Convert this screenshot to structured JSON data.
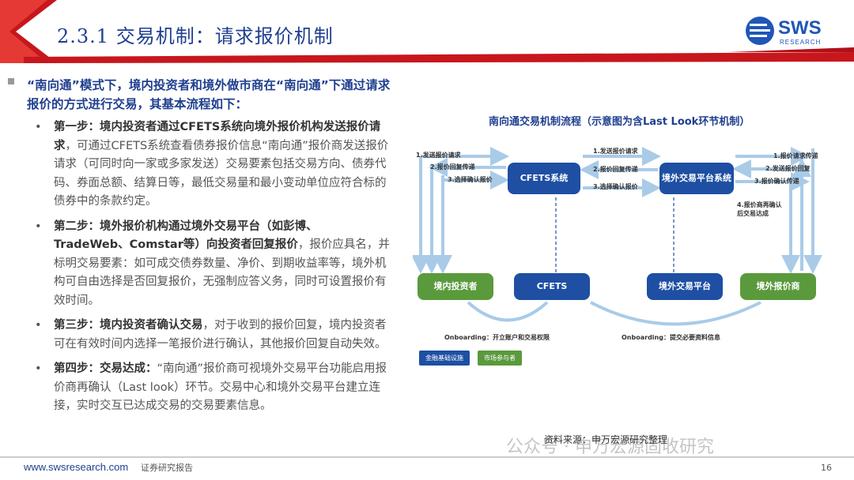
{
  "header": {
    "title": "2.3.1 交易机制：请求报价机制",
    "logo": {
      "name": "SWS",
      "sub": "RESEARCH"
    }
  },
  "intro": "“南向通”模式下，境内投资者和境外做市商在“南向通”下通过请求报价的方式进行交易，其基本流程如下：",
  "steps": [
    {
      "bold": "第一步：境内投资者通过CFETS系统向境外报价机构发送报价请求",
      "text": "，可通过CFETS系统查看债券报价信息“南向通”报价商发送报价请求（可同时向一家或多家发送）交易要素包括交易方向、债券代码、券面总额、结算日等，最低交易量和最小变动单位应符合标的债券中的条款约定。"
    },
    {
      "bold": "第二步：境外报价机构通过境外交易平台（如彭博、TradeWeb、Comstar等）向投资者回复报价",
      "text": "，报价应具名，并标明交易要素：如可成交债券数量、净价、到期收益率等，境外机构可自由选择是否回复报价，无强制应答义务，同时可设置报价有效时间。"
    },
    {
      "bold": "第三步：境内投资者确认交易",
      "text": "，对于收到的报价回复，境内投资者可在有效时间内选择一笔报价进行确认，其他报价回复自动失效。"
    },
    {
      "bold": "第四步：交易达成：",
      "text": "“南向通”报价商可视境外交易平台功能启用报价商再确认（Last look）环节。交易中心和境外交易平台建立连接，实时交互已达成交易的交易要素信息。"
    }
  ],
  "diagram": {
    "title": "南向通交易机制流程（示意图为含Last Look环节机制）",
    "boxes": {
      "cfets_system": "CFETS系统",
      "offshore_platform": "境外交易平台系统",
      "domestic_investor": "境内投资者",
      "cfets": "CFETS",
      "offshore_trading": "境外交易平台",
      "offshore_dealer": "境外报价商"
    },
    "left_labels": [
      "1.发送报价请求",
      "2.报价回复传递",
      "3.选择确认报价"
    ],
    "mid_labels": [
      "1.发送报价请求",
      "2.报价回复传递",
      "3.选择确认报价"
    ],
    "right_labels": [
      "1.报价请求传递",
      "2.发送报价回复",
      "3.报价确认传递",
      "4.报价商再确认后交易达成"
    ],
    "onboarding_left": "Onboarding：开立账户和交易权限",
    "onboarding_right": "Onboarding：提交必要资料信息",
    "legend": [
      "金融基础设施",
      "市场参与者"
    ],
    "colors": {
      "blue": "#1e4fa3",
      "green": "#5a9a3c",
      "arrow": "#a9cbe8"
    }
  },
  "source": "资料来源：申万宏源研究整理",
  "watermark": "公众号 · 申万宏源固收研究",
  "footer": {
    "url": "www.swsresearch.com",
    "report": "证券研究报告",
    "page": "16"
  }
}
